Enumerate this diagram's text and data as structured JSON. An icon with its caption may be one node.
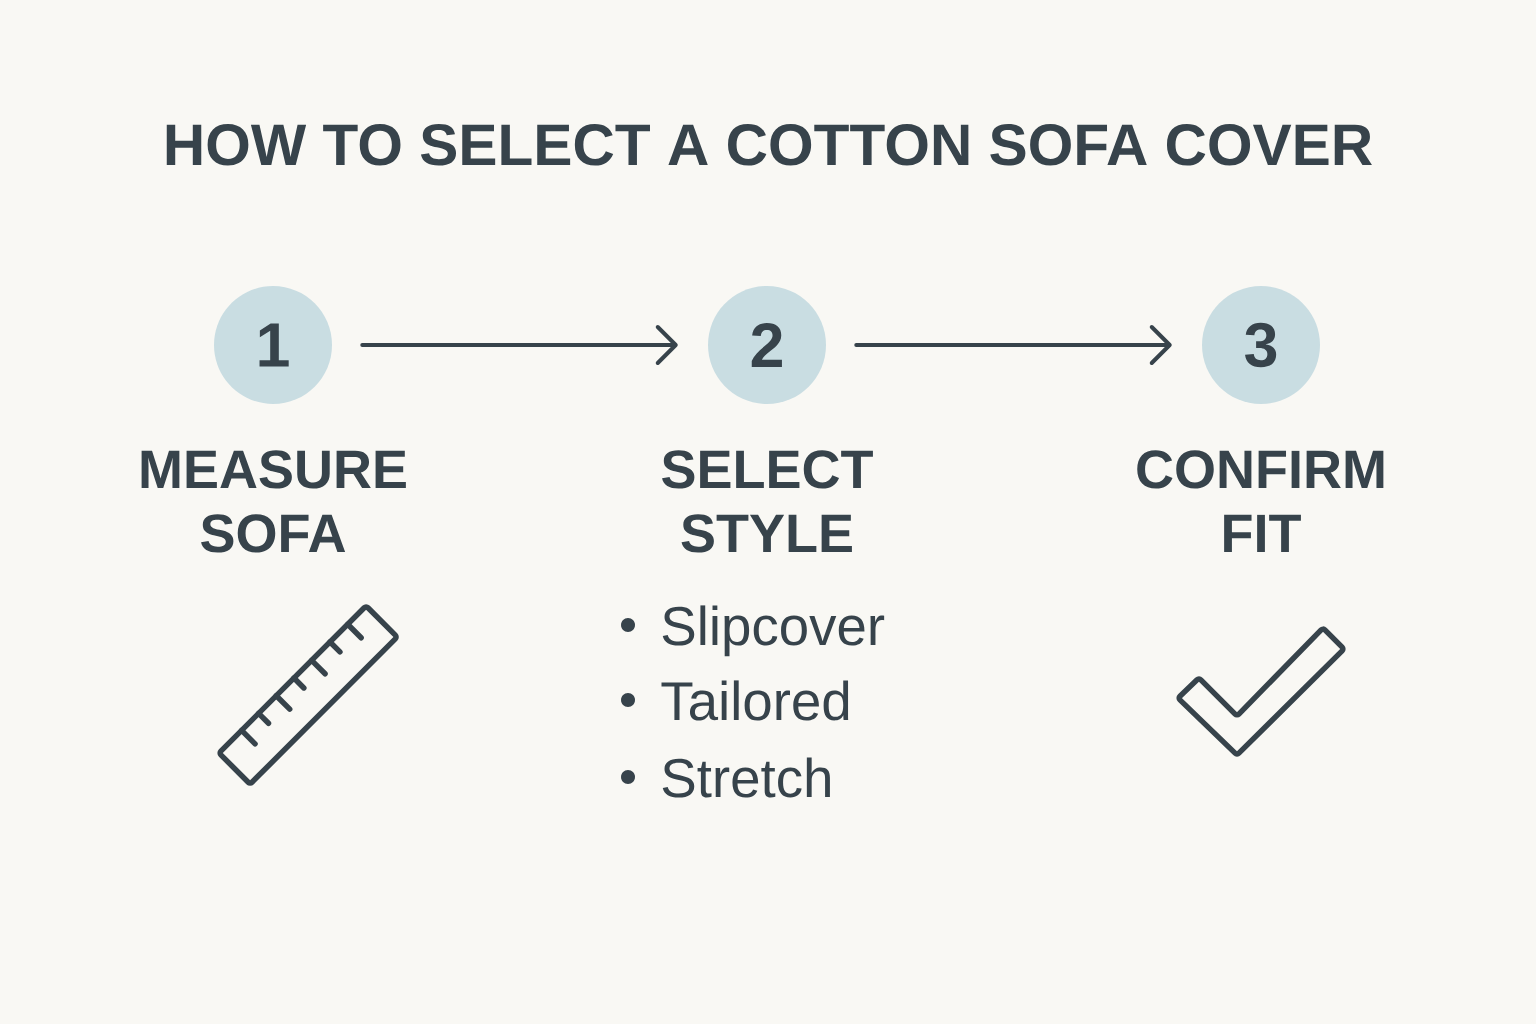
{
  "diagram": {
    "title": "HOW TO SELECT A COTTON SOFA COVER",
    "nodes": [
      {
        "text": [
          "1"
        ],
        "beside": [
          "MEASURE SOFA"
        ]
      },
      {
        "text": [
          "2"
        ],
        "beside": [
          "SELECT STYLE"
        ]
      },
      {
        "text": [
          "3"
        ],
        "beside": [
          "CONFIRM FIT"
        ]
      }
    ],
    "edges": [
      {
        "from": 0,
        "to": 1,
        "arrow": "to"
      },
      {
        "from": 1,
        "to": 2,
        "arrow": "to"
      }
    ],
    "labels": [
      "Slipcover",
      "Tailored",
      "Stretch"
    ]
  }
}
